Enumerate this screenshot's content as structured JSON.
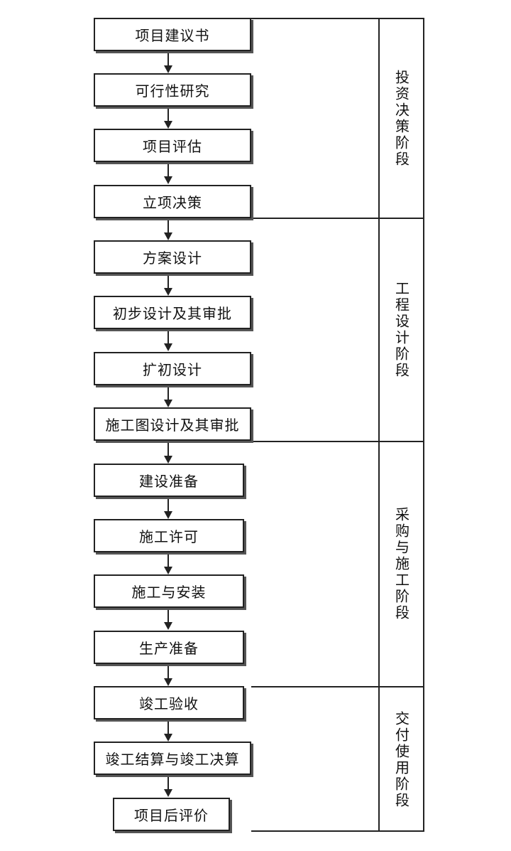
{
  "steps": [
    "项目建议书",
    "可行性研究",
    "项目评估",
    "立项决策",
    "方案设计",
    "初步设计及其审批",
    "扩初设计",
    "施工图设计及其审批",
    "建设准备",
    "施工许可",
    "施工与安装",
    "生产准备",
    "竣工验收",
    "竣工结算与竣工决算",
    "项目后评价"
  ],
  "stages": [
    "投资决策阶段",
    "工程设计阶段",
    "采购与施工阶段",
    "交付使用阶段"
  ],
  "colors": {
    "line": "#222222",
    "shadow": "#555555",
    "background": "#ffffff"
  }
}
